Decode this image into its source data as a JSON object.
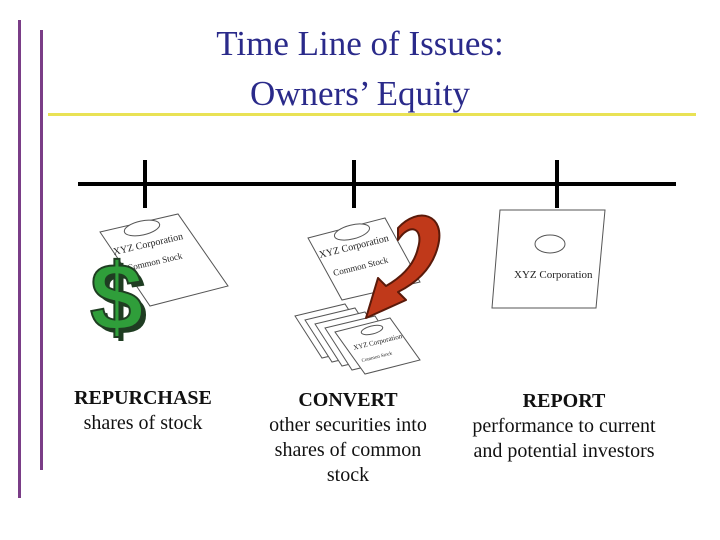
{
  "title": {
    "line1": "Time Line of Issues:",
    "line2": "Owners’ Equity"
  },
  "colors": {
    "title": "#2a2a8a",
    "accent_bar": "#7a3d87",
    "title_rule": "#e9e255",
    "dollar_green": "#2f9e3a",
    "arrow_red": "#c0391a"
  },
  "certificates": {
    "left_line1": "XYZ Corporation",
    "left_line2": "Common Stock",
    "middle_line1": "XYZ Corporation",
    "middle_line2": "Common Stock",
    "stack_line1": "XYZ Corporation",
    "stack_line2": "Common Stock",
    "right_line1": "XYZ Corporation"
  },
  "columns": [
    {
      "heading": "REPURCHASE",
      "body": "shares of stock"
    },
    {
      "heading": "CONVERT",
      "body": "other securities into shares of common stock"
    },
    {
      "heading": "REPORT",
      "body": "performance to current and potential investors"
    }
  ],
  "icons": [
    "dollar-sign-icon",
    "curved-arrow-icon"
  ]
}
